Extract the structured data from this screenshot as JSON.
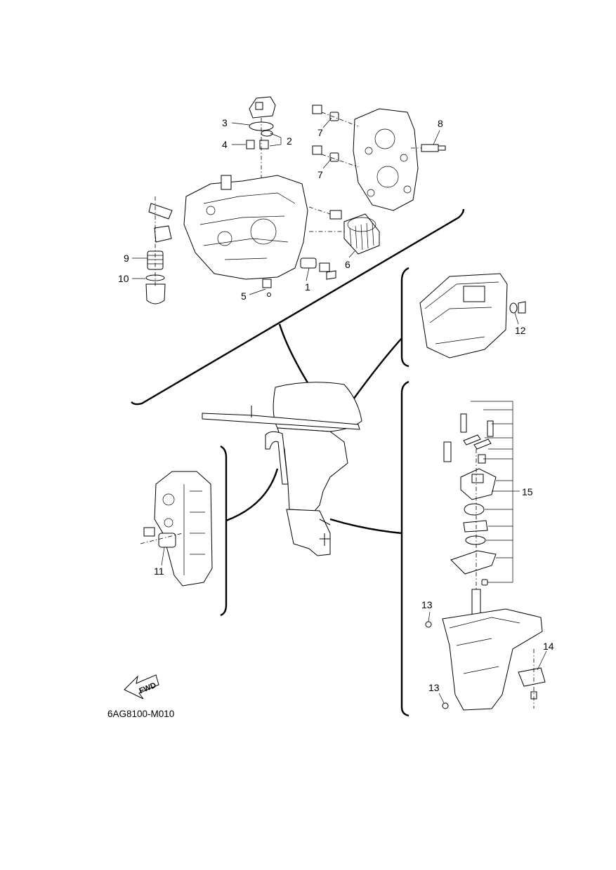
{
  "labels": {
    "p1": "1",
    "p2": "2",
    "p3": "3",
    "p4": "4",
    "p5": "5",
    "p6": "6",
    "p7a": "7",
    "p7b": "7",
    "p8": "8",
    "p9": "9",
    "p10": "10",
    "p11": "11",
    "p12": "12",
    "p13a": "13",
    "p13b": "13",
    "p14": "14",
    "p15": "15"
  },
  "fwd_label": "FWD",
  "drawing_code": "6AG8100-M010",
  "colors": {
    "ink": "#000000",
    "paper": "#ffffff"
  }
}
